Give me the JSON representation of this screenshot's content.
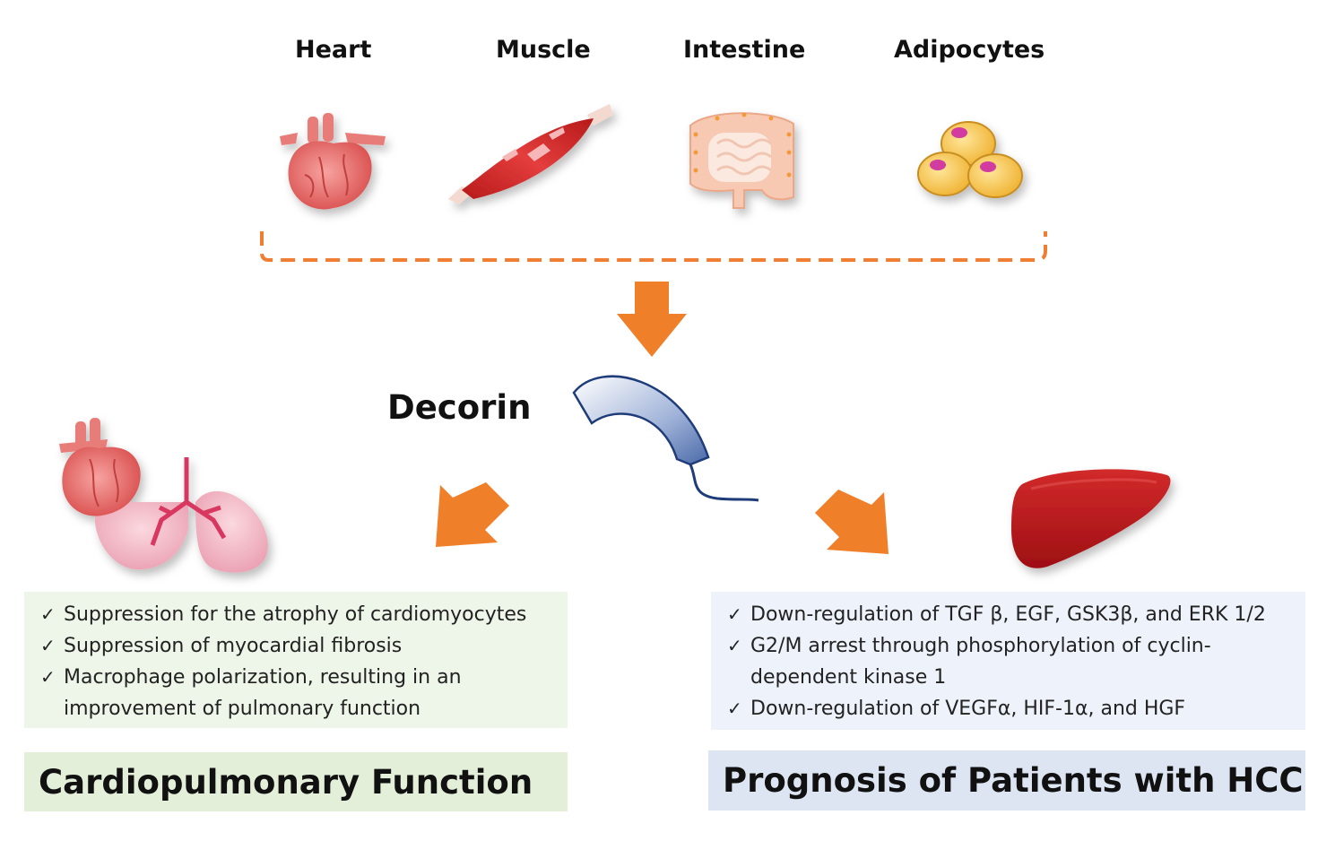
{
  "organs": [
    {
      "label": "Heart",
      "icon": "heart-icon"
    },
    {
      "label": "Muscle",
      "icon": "muscle-icon"
    },
    {
      "label": "Intestine",
      "icon": "intestine-icon"
    },
    {
      "label": "Adipocytes",
      "icon": "adipocytes-icon"
    }
  ],
  "center": {
    "label": "Decorin",
    "icon": "decorin-molecule-icon"
  },
  "left_panel": {
    "items": [
      "Suppression for the atrophy of cardiomyocytes",
      "Suppression of myocardial fibrosis",
      "Macrophage polarization, resulting in an improvement of pulmonary function"
    ],
    "title": "Cardiopulmonary Function",
    "icon": "heart-lung-icon"
  },
  "right_panel": {
    "items": [
      "Down-regulation of TGF β, EGF, GSK3β, and ERK 1/2",
      "G2/M arrest through phosphorylation of cyclin-dependent kinase 1",
      "Down-regulation of VEGFα, HIF-1α, and HGF"
    ],
    "title": "Prognosis of Patients with HCC",
    "icon": "liver-icon"
  },
  "colors": {
    "arrow": "#f07f2a",
    "bracket": "#ef7d32",
    "left_box_bg": "#eef5e9",
    "right_box_bg": "#eef3fb",
    "left_title_bg": "#e3efd9",
    "right_title_bg": "#dde5f2",
    "decorin": "#4a6aa8"
  }
}
